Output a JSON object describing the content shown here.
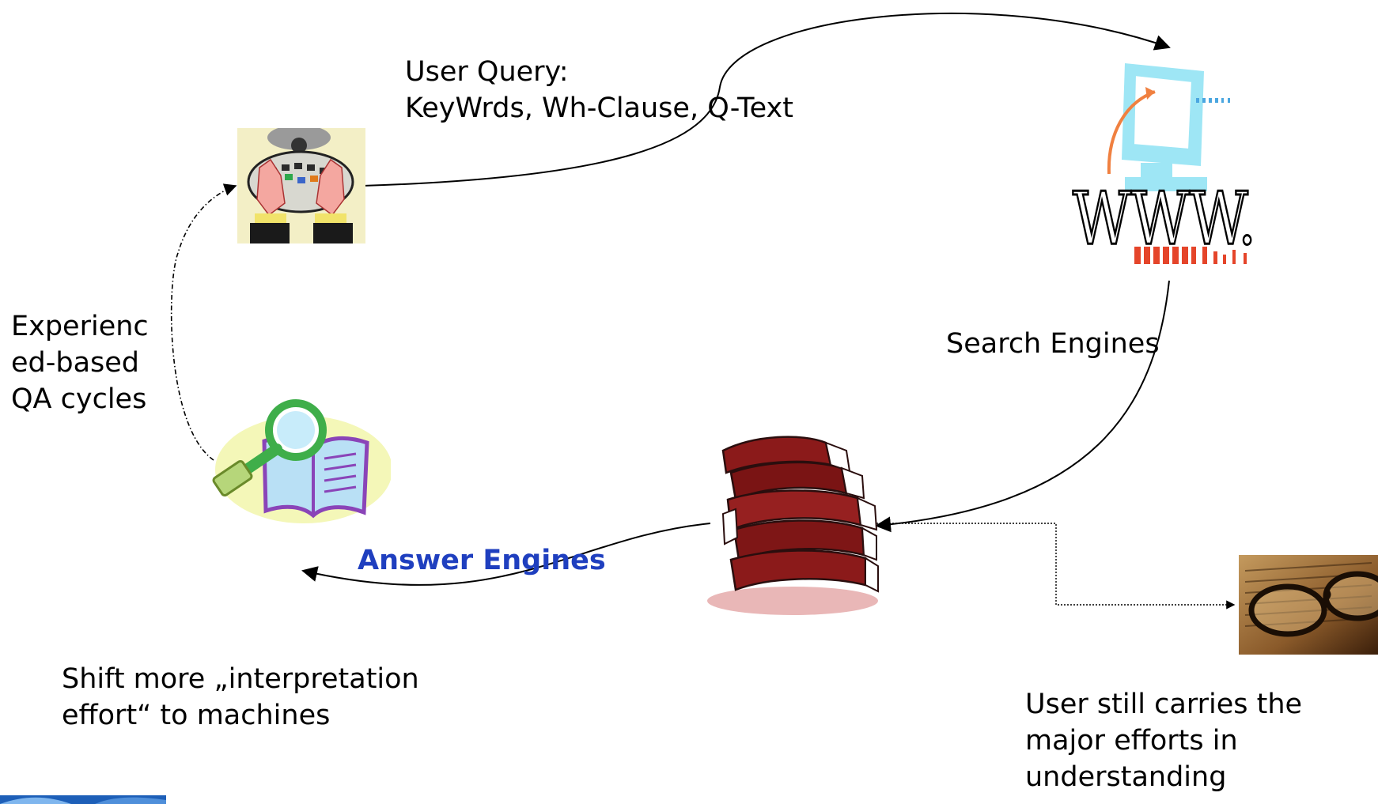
{
  "labels": {
    "user_query_line1": "User Query:",
    "user_query_line2": "KeyWrds, Wh-Clause, Q-Text",
    "search_engines": "Search Engines",
    "answer_engines": "Answer Engines",
    "experience_line1": "Experienc",
    "experience_line2": "ed-based",
    "experience_line3": "QA cycles",
    "shift_line1": "Shift more „interpretation",
    "shift_line2": "effort“  to machines",
    "user_effort_line1": "User still carries the",
    "user_effort_line2": "major efforts in",
    "user_effort_line3": "understanding"
  },
  "www_text": "WWW.",
  "icons": {
    "user": "user-typing-clipart-icon",
    "www": "www-computer-clipart-icon",
    "books": "book-stack-clipart-icon",
    "search_book": "magnifier-book-clipart-icon",
    "reading_glasses": "reading-glasses-photo-icon",
    "logo": "corner-logo-icon"
  },
  "colors": {
    "answer_engines": "#1f3fbf",
    "book_red": "#8b1a1a",
    "monitor_cyan": "#9ee6f5"
  }
}
